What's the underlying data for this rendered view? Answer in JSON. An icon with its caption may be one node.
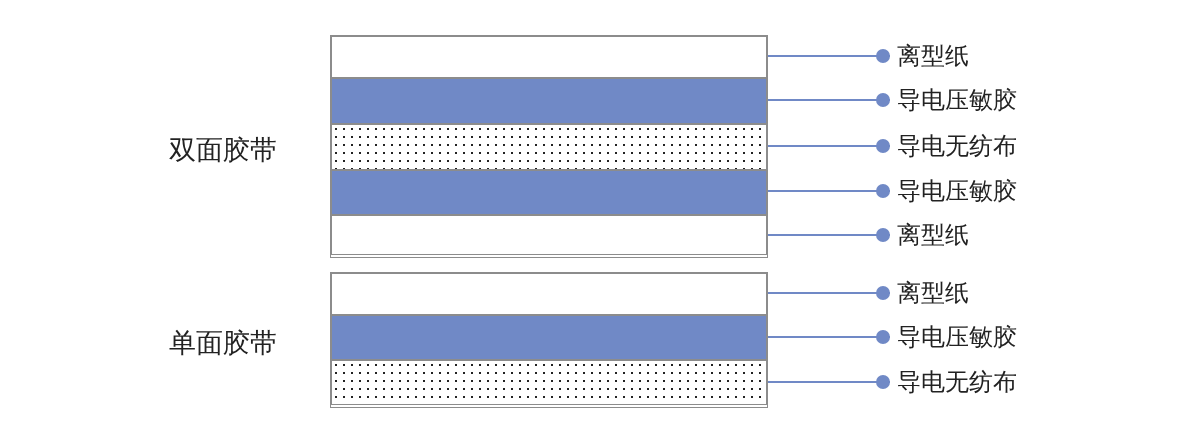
{
  "diagram": {
    "nodes": [
      {
        "text": [
          "双面胶带"
        ]
      },
      {
        "text": [],
        "shape": "bar",
        "in": 0
      },
      {
        "text": [],
        "shape": "bar",
        "in": 0
      },
      {
        "text": [],
        "shape": "bar",
        "in": 0
      },
      {
        "text": [],
        "shape": "bar",
        "in": 0
      },
      {
        "text": [],
        "shape": "bar",
        "in": 0
      },
      {
        "text": [
          "单面胶带"
        ]
      },
      {
        "text": [],
        "shape": "bar",
        "in": 6
      },
      {
        "text": [],
        "shape": "bar",
        "in": 6
      },
      {
        "text": [],
        "shape": "bar",
        "in": 6
      },
      {
        "text": [
          "离型纸"
        ]
      },
      {
        "text": [
          "导电压敏胶"
        ]
      },
      {
        "text": [
          "导电无纺布"
        ]
      },
      {
        "text": [
          "导电压敏胶"
        ]
      },
      {
        "text": [
          "离型纸"
        ]
      },
      {
        "text": [
          "离型纸"
        ]
      },
      {
        "text": [
          "导电压敏胶"
        ]
      },
      {
        "text": [
          "导电无纺布"
        ]
      }
    ],
    "edges": [
      {
        "from": 10,
        "to": 1,
        "arrow": "other"
      },
      {
        "from": 11,
        "to": 2,
        "arrow": "other"
      },
      {
        "from": 12,
        "to": 3,
        "arrow": "other"
      },
      {
        "from": 13,
        "to": 4,
        "arrow": "other"
      },
      {
        "from": 14,
        "to": 5,
        "arrow": "other"
      },
      {
        "from": 15,
        "to": 7,
        "arrow": "other"
      },
      {
        "from": 16,
        "to": 8,
        "arrow": "other"
      },
      {
        "from": 17,
        "to": 9,
        "arrow": "other"
      }
    ]
  }
}
